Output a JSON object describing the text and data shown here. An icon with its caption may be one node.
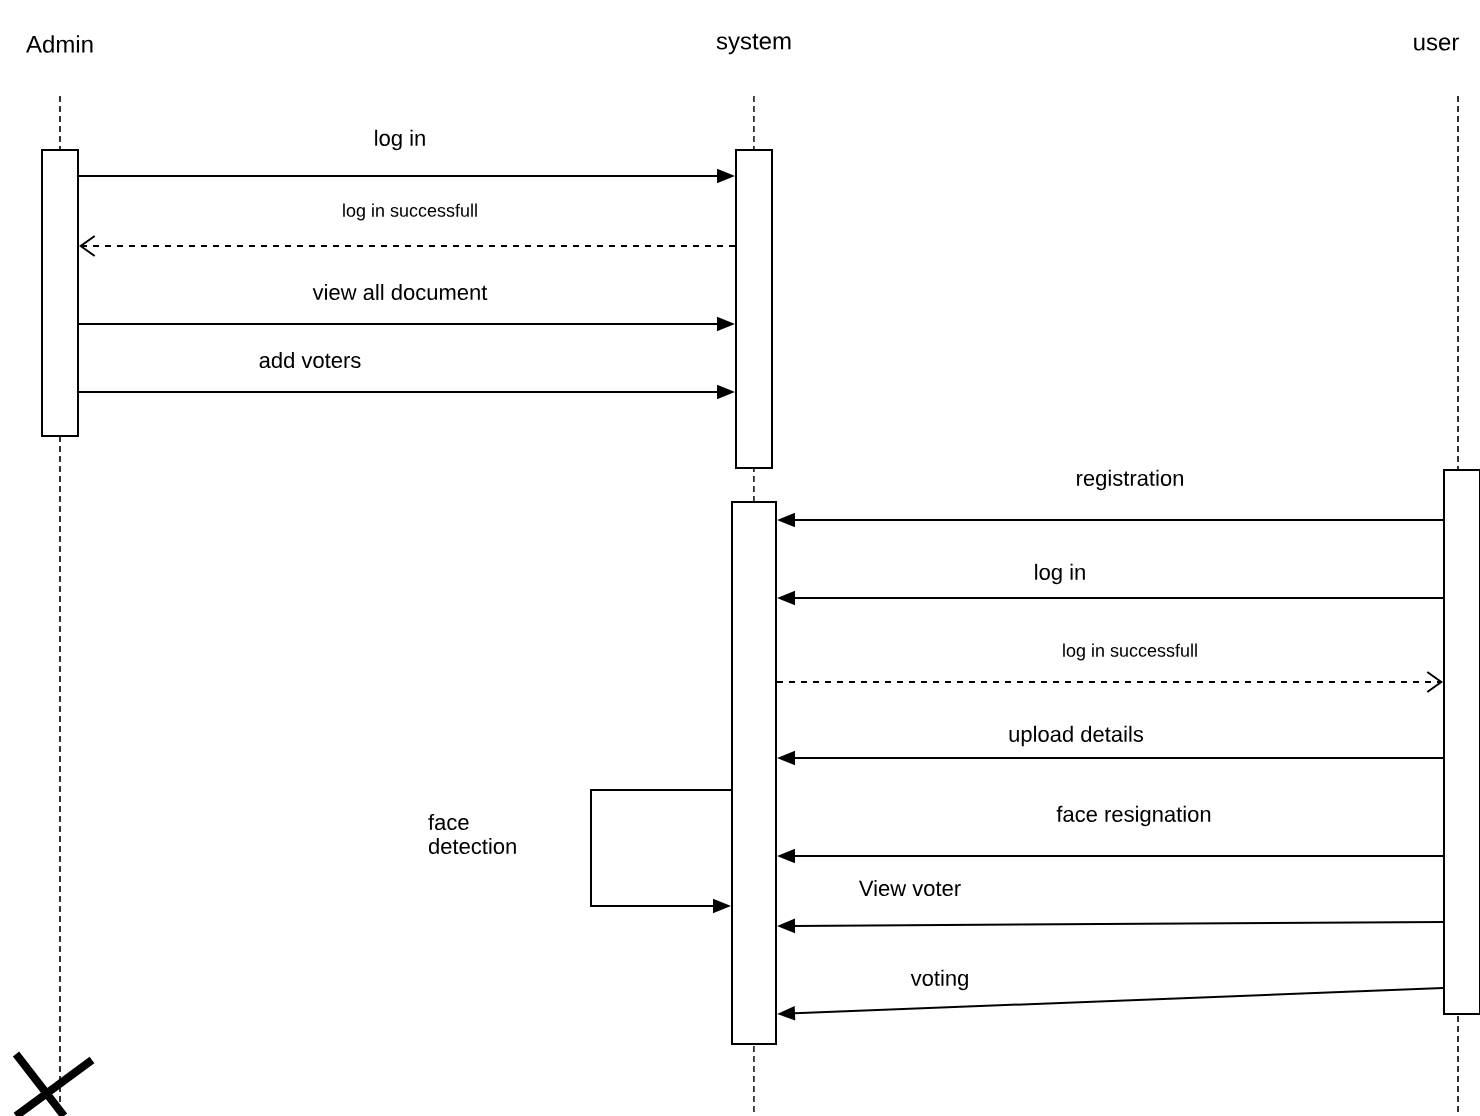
{
  "diagram": {
    "nodes": [
      {
        "text": [
          "Admin"
        ]
      },
      {
        "text": [
          "system"
        ]
      },
      {
        "text": [
          "user"
        ]
      },
      {
        "text": [],
        "shape": "bar"
      },
      {
        "text": [],
        "shape": "bar"
      },
      {
        "text": [],
        "shape": "bar"
      },
      {
        "text": [],
        "shape": "bar"
      }
    ],
    "edges": [
      {
        "from": 3,
        "to": 4,
        "arrow": "to",
        "label": "log in"
      },
      {
        "from": 4,
        "to": 3,
        "arrow": "to",
        "label": "log in successfull",
        "style": "dashed"
      },
      {
        "from": 3,
        "to": 4,
        "arrow": "to",
        "label": "view all document"
      },
      {
        "from": 3,
        "to": 4,
        "arrow": "to",
        "label": "add voters"
      },
      {
        "from": 6,
        "to": 5,
        "arrow": "to",
        "label": "registration"
      },
      {
        "from": 6,
        "to": 5,
        "arrow": "to",
        "label": "log in"
      },
      {
        "from": 5,
        "to": 6,
        "arrow": "to",
        "label": "log in successfull",
        "style": "dashed"
      },
      {
        "from": 6,
        "to": 5,
        "arrow": "to",
        "label": "upload details"
      },
      {
        "from": 5,
        "to": 5,
        "arrow": "to",
        "label": "face detection"
      },
      {
        "from": 6,
        "to": 5,
        "arrow": "to",
        "label": "face resignation"
      },
      {
        "from": 6,
        "to": 5,
        "arrow": "to",
        "label": "View voter"
      },
      {
        "from": 6,
        "to": 5,
        "arrow": "to",
        "label": "voting"
      }
    ]
  }
}
